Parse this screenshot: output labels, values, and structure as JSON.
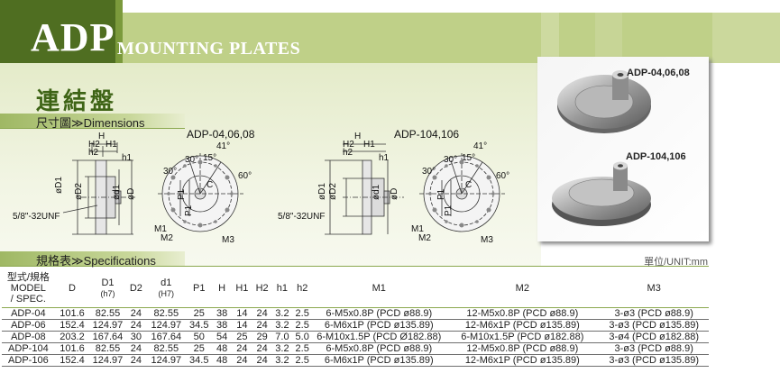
{
  "header": {
    "brand": "ADP",
    "subtitle": "MOUNTING PLATES",
    "cn_title": "連結盤"
  },
  "sections": {
    "dimensions": "尺寸圖≫Dimensions",
    "specifications": "規格表≫Specifications",
    "unit": "單位/UNIT:mm"
  },
  "diagrams": {
    "left_model": "ADP-04,06,08",
    "right_model": "ADP-104,106",
    "labels": {
      "H": "H",
      "H2": "H2",
      "H1": "H1",
      "h2": "h2",
      "h1": "h1",
      "D1": "øD1",
      "D2": "øD2",
      "d1": "ød1",
      "D": "øD",
      "thread": "5/8\"-32UNF",
      "a41": "41°",
      "a30": "30°",
      "a15": "15°",
      "a60": "60°",
      "a30b": "30°",
      "P1a": "P1",
      "P1b": "P1",
      "C": "C",
      "M1": "M1",
      "M2": "M2",
      "M3": "M3"
    }
  },
  "photos": {
    "top_label": "ADP-04,06,08",
    "bottom_label": "ADP-104,106"
  },
  "table": {
    "model_header": [
      "型式/規格",
      "MODEL",
      "/ SPEC."
    ],
    "columns": [
      {
        "label": "D"
      },
      {
        "label": "D1",
        "sub": "(h7)"
      },
      {
        "label": "D2"
      },
      {
        "label": "d1",
        "sub": "(H7)"
      },
      {
        "label": "P1"
      },
      {
        "label": "H"
      },
      {
        "label": "H1"
      },
      {
        "label": "H2"
      },
      {
        "label": "h1"
      },
      {
        "label": "h2"
      },
      {
        "label": "M1"
      },
      {
        "label": "M2"
      },
      {
        "label": "M3"
      }
    ],
    "rows": [
      [
        "ADP-04",
        "101.6",
        "82.55",
        "24",
        "82.55",
        "25",
        "38",
        "14",
        "24",
        "3.2",
        "2.5",
        "6-M5x0.8P (PCD ø88.9)",
        "12-M5x0.8P (PCD ø88.9)",
        "3-ø3 (PCD ø88.9)"
      ],
      [
        "ADP-06",
        "152.4",
        "124.97",
        "24",
        "124.97",
        "34.5",
        "38",
        "14",
        "24",
        "3.2",
        "2.5",
        "6-M6x1P (PCD ø135.89)",
        "12-M6x1P (PCD ø135.89)",
        "3-ø3 (PCD ø135.89)"
      ],
      [
        "ADP-08",
        "203.2",
        "167.64",
        "30",
        "167.64",
        "50",
        "54",
        "25",
        "29",
        "7.0",
        "5.0",
        "6-M10x1.5P (PCD Ø182.88)",
        "6-M10x1.5P (PCD ø182.88)",
        "3-ø4 (PCD ø182.88)"
      ],
      [
        "ADP-104",
        "101.6",
        "82.55",
        "24",
        "82.55",
        "25",
        "48",
        "24",
        "24",
        "3.2",
        "2.5",
        "6-M5x0.8P (PCD ø88.9)",
        "12-M5x0.8P (PCD ø88.9)",
        "3-ø3 (PCD ø88.9)"
      ],
      [
        "ADP-106",
        "152.4",
        "124.97",
        "24",
        "124.97",
        "34.5",
        "48",
        "24",
        "24",
        "3.2",
        "2.5",
        "6-M6x1P (PCD ø135.89)",
        "12-M6x1P (PCD ø135.89)",
        "3-ø3 (PCD ø135.89)"
      ]
    ]
  },
  "colors": {
    "header_dark": "#4f6e21",
    "header_light": "#bfd088",
    "cn_title": "#3e6416"
  }
}
